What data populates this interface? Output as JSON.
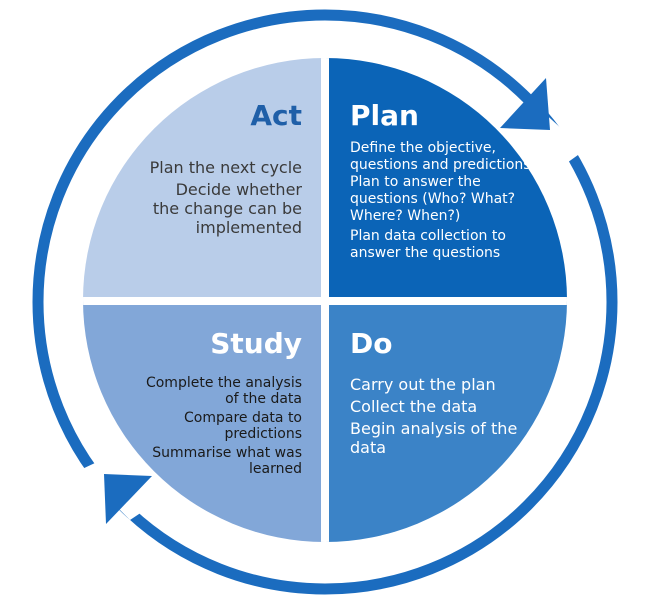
{
  "colors": {
    "ring": "#1b6cbf",
    "act": "#b9cde9",
    "plan": "#0b64b7",
    "study": "#82a7d8",
    "do": "#3b83c7",
    "act_title": "#1f5fa8",
    "act_text": "#3a3a3a",
    "study_title": "#ffffff",
    "study_text": "#1a1a1a",
    "plan_text": "#ffffff",
    "do_text": "#ffffff",
    "divider": "#ffffff"
  },
  "quadrants": {
    "act": {
      "title": "Act",
      "lines": [
        "Plan the next cycle",
        "Decide whether the change can be implemented"
      ]
    },
    "plan": {
      "title": "Plan",
      "lines": [
        "Define the objective, questions and predictions. Plan to answer the questions (Who? What? Where? When?)",
        "Plan data collection to answer the questions"
      ]
    },
    "study": {
      "title": "Study",
      "lines": [
        "Complete the analysis of the data",
        "Compare data to predictions",
        "Summarise what was learned"
      ]
    },
    "do": {
      "title": "Do",
      "lines": [
        "Carry out the plan",
        "Collect the data",
        "Begin analysis of the data"
      ]
    }
  },
  "icons": {
    "top_arrow": "clockwise-arrow-icon",
    "bottom_arrow": "clockwise-arrow-icon"
  }
}
